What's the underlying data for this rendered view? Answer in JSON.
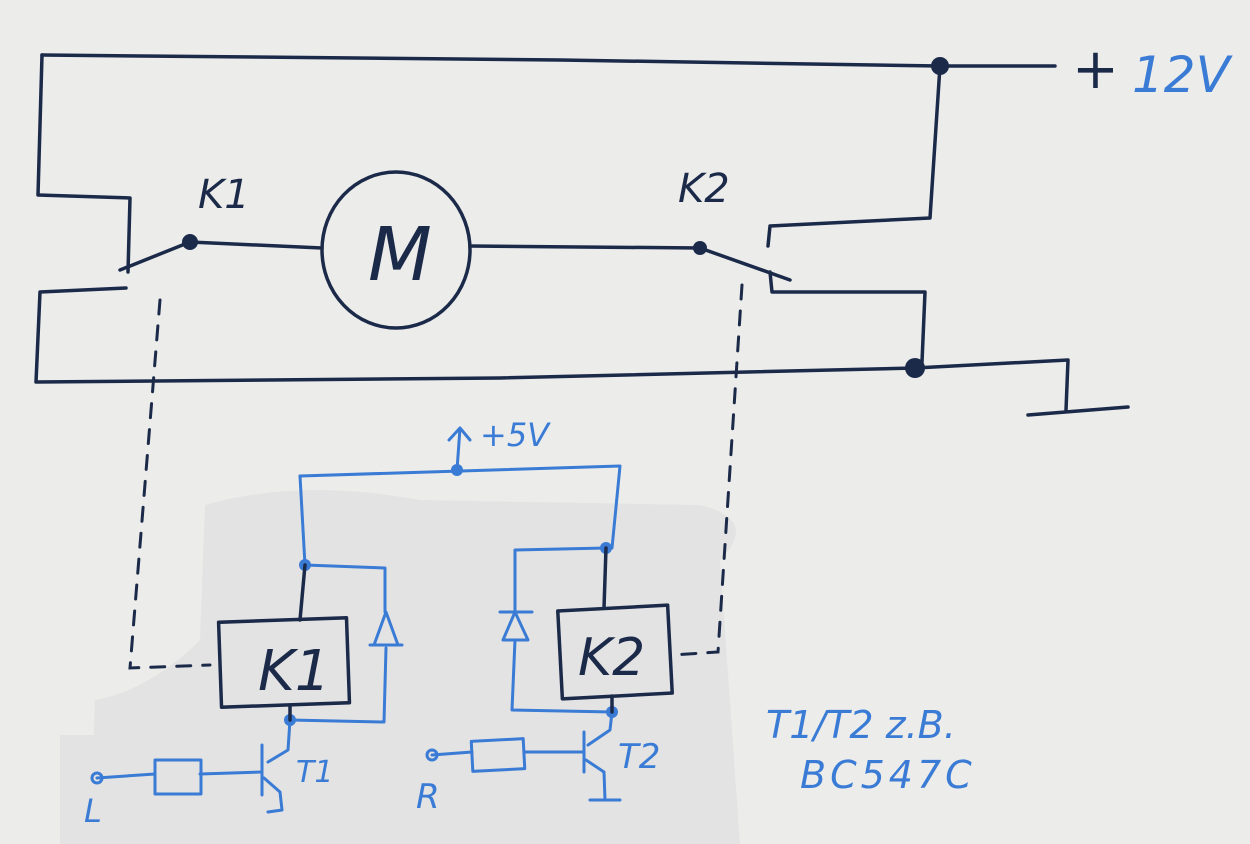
{
  "supply": {
    "plus_sign": "+",
    "high_voltage": "12V",
    "low_voltage": "+5V"
  },
  "motor": {
    "label": "M"
  },
  "contacts": {
    "k1": "K1",
    "k2": "K2"
  },
  "relays": {
    "k1": "K1",
    "k2": "K2"
  },
  "transistors": {
    "t1": "T1",
    "t2": "T2"
  },
  "inputs": {
    "left": "L",
    "right": "R"
  },
  "note": {
    "line1": "T1/T2 z.B.",
    "line2": "BC547C"
  },
  "colors": {
    "paper": "#ececea",
    "ink_dark": "#1c2a4a",
    "ink_blue": "#3a7bd5",
    "highlight": "#e2e2e2"
  }
}
